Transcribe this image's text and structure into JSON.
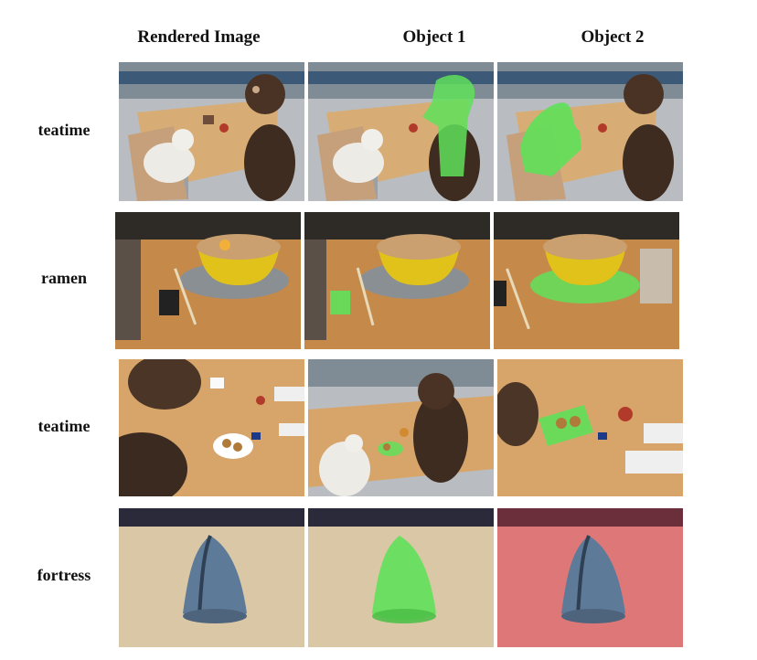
{
  "header": {
    "col1": "Rendered Image",
    "col2": "Object 1",
    "col3": "Object 2"
  },
  "rows": [
    {
      "label": "teatime"
    },
    {
      "label": "ramen"
    },
    {
      "label": "teatime"
    },
    {
      "label": "fortress"
    }
  ],
  "colors": {
    "mask_green": "#5fe05a",
    "mask_red": "#e07a7a",
    "wood_table": "#d7a56a"
  }
}
